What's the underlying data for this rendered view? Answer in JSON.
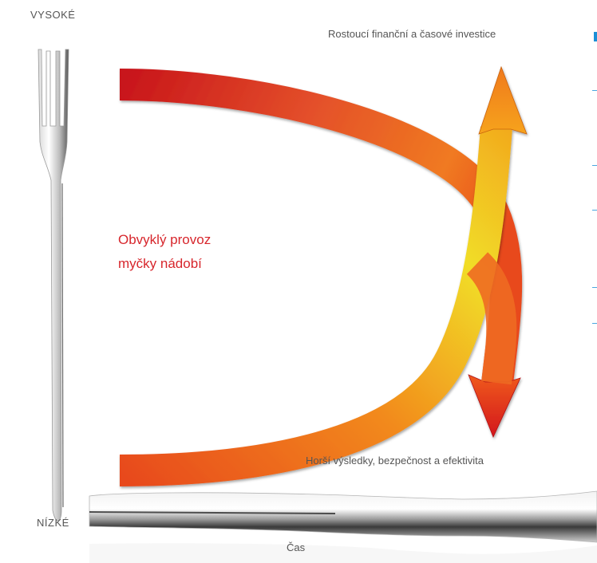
{
  "axis": {
    "top_label": "VYSOKÉ",
    "bottom_label": "NÍZKÉ",
    "x_label": "Čas"
  },
  "labels": {
    "rising": "Rostoucí finanční a časové investice",
    "falling": "Horší výsledky, bezpečnost a efektivita",
    "center_line1": "Obvyklý provoz",
    "center_line2": "myčky nádobí"
  },
  "colors": {
    "red_text": "#d7262c",
    "arrow_red": "#d3161c",
    "arrow_orange": "#f07a20",
    "arrow_yellow": "#f1dd28",
    "edge_accent": "#1b8fd6"
  }
}
